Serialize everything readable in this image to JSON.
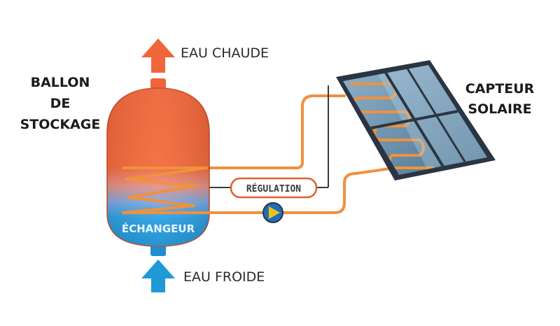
{
  "labels": {
    "hot_water": "EAU CHAUDE",
    "cold_water": "EAU FROIDE",
    "tank_title": [
      "BALLON",
      "DE",
      "STOCKAGE"
    ],
    "collector_title": [
      "CAPTEUR",
      "SOLAIRE"
    ],
    "regulation": "RÉGULATION",
    "exchanger": "ÉCHANGEUR"
  },
  "icons": {
    "hot_arrow": "arrow-up-icon",
    "cold_arrow": "arrow-up-icon",
    "pump": "pump-icon"
  },
  "colors": {
    "hot": "#f0653a",
    "cold": "#1e9ad6",
    "pipe": "#f0913e",
    "regulation_border": "#e0602f",
    "pump": "#f4c21a",
    "panel_frame": "#2b3542",
    "panel_glass": "#6f93b0"
  }
}
